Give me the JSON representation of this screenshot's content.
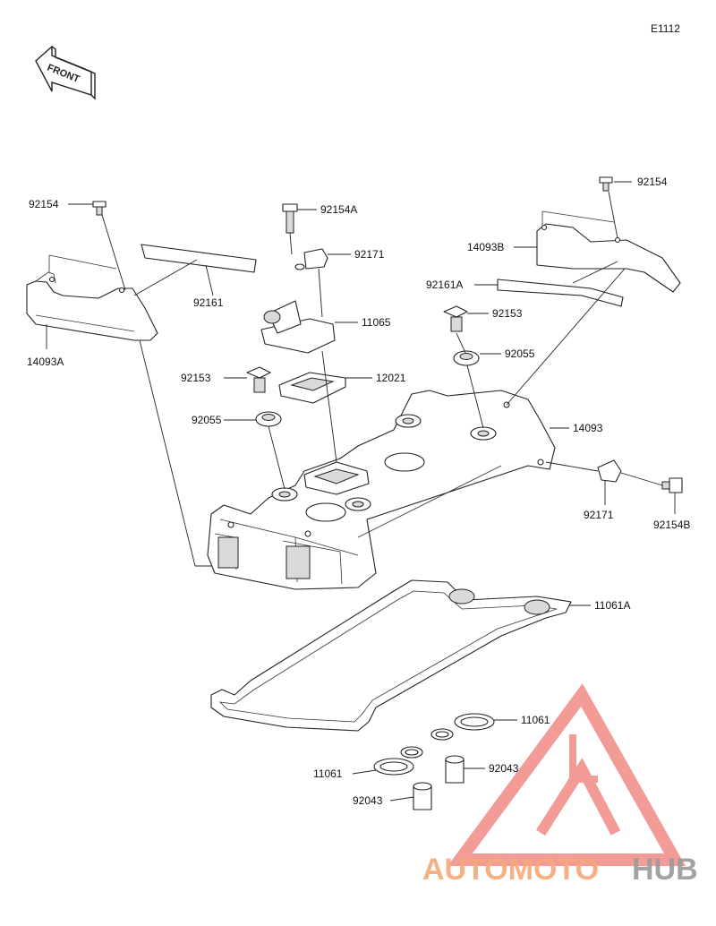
{
  "diagram_code": "E1112",
  "front_label": "FRONT",
  "watermark": {
    "prefix": "AUTOMOTO",
    "suffix": "HUB",
    "prefix_color": "#f5a97a",
    "suffix_color": "#9a9a9a",
    "triangle_color": "#f08a86"
  },
  "labels": {
    "p92154_left": "92154",
    "p14093A": "14093A",
    "p92161": "92161",
    "p92154A": "92154A",
    "p92171_top": "92171",
    "p11065": "11065",
    "p12021": "12021",
    "p92153_left": "92153",
    "p92055_left": "92055",
    "p92154_right": "92154",
    "p14093B": "14093B",
    "p92161A": "92161A",
    "p92153_right": "92153",
    "p92055_right": "92055",
    "p14093": "14093",
    "p92171_right": "92171",
    "p92154B": "92154B",
    "p11061A": "11061A",
    "p11061_right": "11061",
    "p11061_left": "11061",
    "p92043_right": "92043",
    "p92043_left": "92043"
  }
}
